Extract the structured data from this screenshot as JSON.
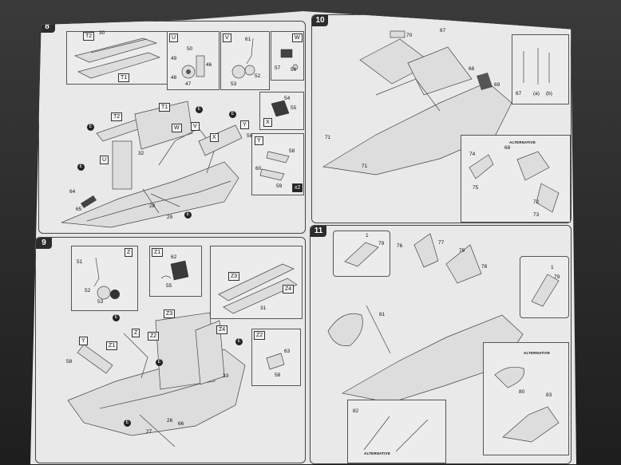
{
  "steps": {
    "s8": {
      "num": "8"
    },
    "s9": {
      "num": "9"
    },
    "s10": {
      "num": "10"
    },
    "s11": {
      "num": "11"
    }
  },
  "colors": {
    "background": "#2a2a2a",
    "paper": "#e6e6e6",
    "ink": "#333333"
  },
  "step8": {
    "inset_T1": {
      "t2": "T2",
      "p30": "30",
      "t1": "T1"
    },
    "inset_U": {
      "tag": "U",
      "p50": "50",
      "p49": "49",
      "p46": "46",
      "p48": "48",
      "p47": "47"
    },
    "inset_V": {
      "tag": "V",
      "p61": "61",
      "p52": "52",
      "p53": "53"
    },
    "inset_W": {
      "tag": "W",
      "p57": "57",
      "p56": "56"
    },
    "inset_X": {
      "tag": "X",
      "p54": "54",
      "p55": "55"
    },
    "inset_Y": {
      "tag": "Y",
      "p58": "58",
      "p60": "60",
      "p59": "59",
      "x2": "x2"
    },
    "main": {
      "t2": "T2",
      "t1": "T1",
      "w": "W",
      "v": "V",
      "x": "X",
      "y": "Y",
      "u": "U",
      "p32": "32",
      "p28": "28",
      "p29": "29",
      "p64": "64",
      "p65": "65",
      "p58": "58"
    }
  },
  "step9": {
    "inset_Z": {
      "tag": "Z",
      "p51": "51",
      "p52": "52",
      "p53": "53"
    },
    "inset_Z1": {
      "tag": "Z1",
      "p62": "62",
      "p55": "55"
    },
    "inset_Z3": {
      "tag": "Z3",
      "p4": "Z4",
      "p31": "31"
    },
    "inset_Z2": {
      "tag": "Z2",
      "p63": "63",
      "p58": "58"
    },
    "main": {
      "z3": "Z3",
      "z4": "Z4",
      "z1": "Z1",
      "z2": "Z2",
      "z": "Z",
      "y": "Y",
      "p58": "58",
      "p26": "26",
      "p27": "27",
      "p33": "33",
      "p66": "66"
    }
  },
  "step10": {
    "p70": "70",
    "p67": "67",
    "p69": "69",
    "p68": "68",
    "p71a": "71",
    "p71b": "71",
    "inset_right": {
      "p67": "67",
      "a": "(a)",
      "b": "(b)"
    },
    "inset_bottom": {
      "p74": "74",
      "p68": "68",
      "p75": "75",
      "p72": "72",
      "p73": "73",
      "alt": "ALTERNATIVE"
    }
  },
  "step11": {
    "callout_left": {
      "p1": "1",
      "p79": "79"
    },
    "p76": "76",
    "p77": "77",
    "p79": "79",
    "p78": "78",
    "p81": "81",
    "callout_right": {
      "p1": "1",
      "p79": "79"
    },
    "inset_lower_right": {
      "alt": "ALTERNATIVE",
      "p80": "80",
      "p83": "83"
    },
    "inset_bottom_left": {
      "p82": "82",
      "alt": "ALTERNATIVE"
    }
  }
}
